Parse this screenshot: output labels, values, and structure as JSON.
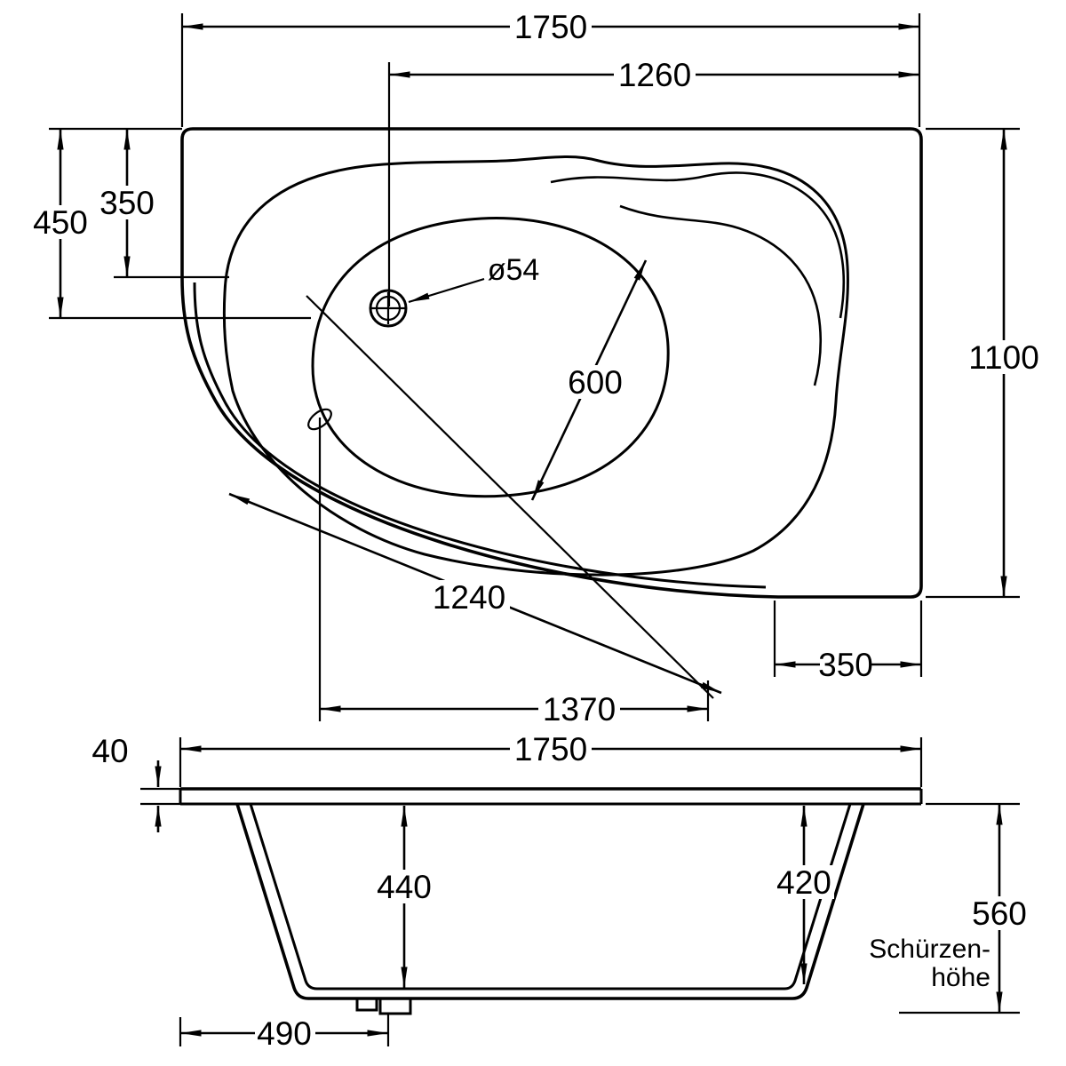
{
  "top_view": {
    "width_total": "1750",
    "width_to_drain": "1260",
    "left_edge_depth": "450",
    "left_inner_depth": "350",
    "depth_total": "1100",
    "bottom_right_width": "350",
    "bottom_width": "1370",
    "diagonal_length": "1240",
    "basin_width": "600",
    "drain_diameter": "ø54"
  },
  "side_view": {
    "width_total": "1750",
    "rim_thickness": "40",
    "inner_depth_left": "440",
    "inner_depth_right": "420",
    "apron_height": "560",
    "apron_caption_line1": "Schürzen-",
    "apron_caption_line2": "höhe",
    "drain_offset": "490"
  },
  "colors": {
    "line": "#000000",
    "background": "#ffffff"
  }
}
